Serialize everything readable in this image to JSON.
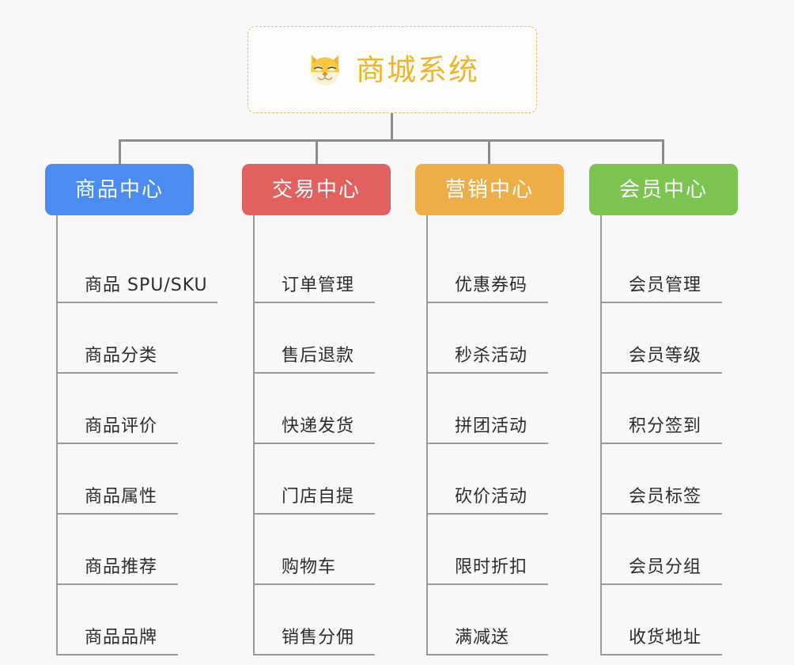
{
  "root": {
    "title": "商城系统",
    "icon": "shiba-dog-icon",
    "border_color": "#e8b960",
    "text_color": "#f0b429",
    "background": "#fdfdfb"
  },
  "page": {
    "background": "#f8f8f8",
    "connector_color": "#8c8c8c",
    "leaf_line_color": "#9a9a9a",
    "leaf_text_color": "#2c2c2c"
  },
  "columns": [
    {
      "label": "商品中心",
      "color": "#4a8cf0",
      "items": [
        "商品 SPU/SKU",
        "商品分类",
        "商品评价",
        "商品属性",
        "商品推荐",
        "商品品牌"
      ]
    },
    {
      "label": "交易中心",
      "color": "#e2605e",
      "items": [
        "订单管理",
        "售后退款",
        "快递发货",
        "门店自提",
        "购物车",
        "销售分佣"
      ]
    },
    {
      "label": "营销中心",
      "color": "#eead46",
      "items": [
        "优惠券码",
        "秒杀活动",
        "拼团活动",
        "砍价活动",
        "限时折扣",
        "满减送"
      ]
    },
    {
      "label": "会员中心",
      "color": "#7ac44f",
      "items": [
        "会员管理",
        "会员等级",
        "积分签到",
        "会员标签",
        "会员分组",
        "收货地址"
      ]
    }
  ]
}
